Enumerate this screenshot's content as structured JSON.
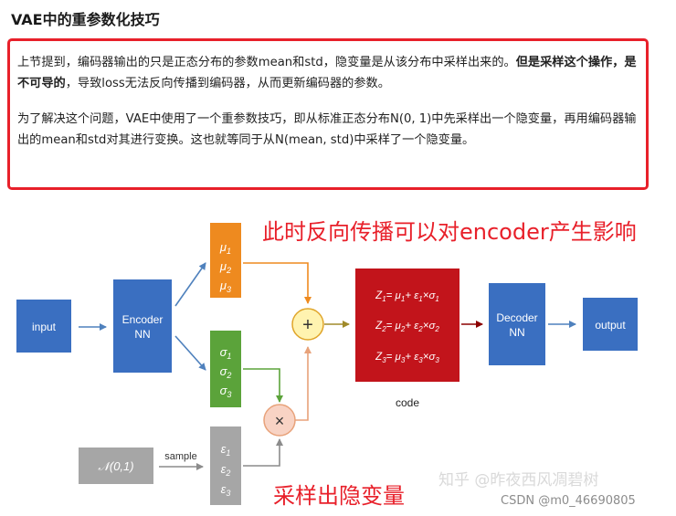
{
  "title": "VAE中的重参数化技巧",
  "callout": {
    "p1_a": "上节提到，编码器输出的只是正态分布的参数mean和std，隐变量是从该分布中采样出来的。",
    "p1_bold": "但是采样这个操作，是不可导的",
    "p1_b": "，导致loss无法反向传播到编码器，从而更新编码器的参数。",
    "p2": "为了解决这个问题，VAE中使用了一个重参数技巧，即从标准正态分布N(0, 1)中先采样出一个隐变量，再用编码器输出的mean和std对其进行变换。这也就等同于从N(mean, std)中采样了一个隐变量。"
  },
  "diagram": {
    "annotation_top": "此时反向传播可以对encoder产生影响",
    "annotation_bottom": "采样出隐变量",
    "input": "input",
    "encoder": [
      "Encoder",
      "NN"
    ],
    "mu": [
      "μ1",
      "μ2",
      "μ3"
    ],
    "sigma": [
      "σ1",
      "σ2",
      "σ3"
    ],
    "epsilon": [
      "ε1",
      "ε2",
      "ε3"
    ],
    "normal": "𝒩(0,1)",
    "sample": "sample",
    "plus": "+",
    "times": "×",
    "z_eq": [
      "Z1= μ1+ ε1×σ1",
      "Z2= μ2+ ε2×σ2",
      "Z3= μ3+ ε3×σ3"
    ],
    "code": "code",
    "decoder": [
      "Decoder",
      "NN"
    ],
    "output": "output"
  },
  "watermark": {
    "zhihu": "知乎 @昨夜西风凋碧树",
    "csdn": "CSDN @m0_46690805"
  },
  "colors": {
    "callout_border": "#e8202a",
    "blue_box": "#3a6fc1",
    "mu_box": "#ee8a1f",
    "sigma_box": "#5ba33a",
    "eps_box": "#a6a6a6",
    "z_box": "#c2141b",
    "plus_circle": "#fff3b0",
    "times_circle": "#f8d3c4",
    "annotation": "#e8202a"
  }
}
